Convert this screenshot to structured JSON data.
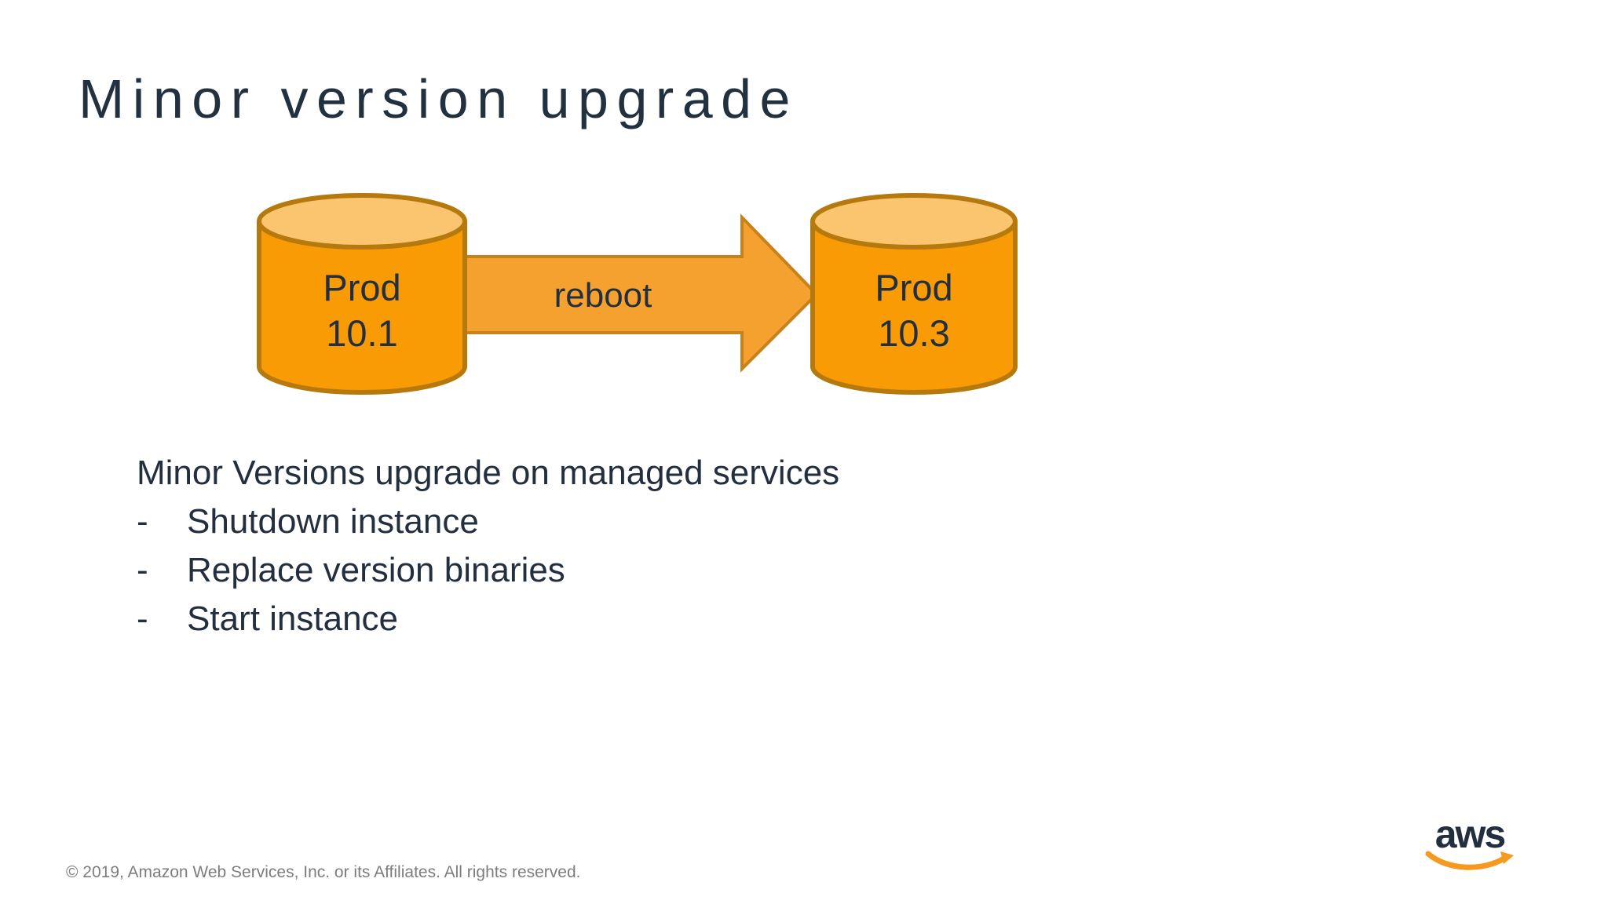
{
  "slide": {
    "title": "Minor version upgrade",
    "footer": "© 2019, Amazon Web Services, Inc. or its Affiliates. All rights reserved.",
    "logo_text": "aws"
  },
  "diagram": {
    "source_db": {
      "line1": "Prod",
      "line2": "10.1"
    },
    "target_db": {
      "line1": "Prod",
      "line2": "10.3"
    },
    "arrow_label": "reboot"
  },
  "body": {
    "heading": "Minor Versions upgrade on managed services",
    "bullet_marker": "-",
    "bullets": [
      "Shutdown instance",
      "Replace version binaries",
      "Start instance"
    ]
  },
  "colors": {
    "text_dark": "#232F3E",
    "title_dark": "#213140",
    "cylinder_body": "#F99B05",
    "cylinder_top": "#FBC46E",
    "cylinder_stroke": "#B5790E",
    "arrow_fill": "#F5A12F",
    "arrow_stroke": "#C8821B",
    "footer_gray": "#7D7D7D",
    "aws_orange": "#F7981F"
  }
}
